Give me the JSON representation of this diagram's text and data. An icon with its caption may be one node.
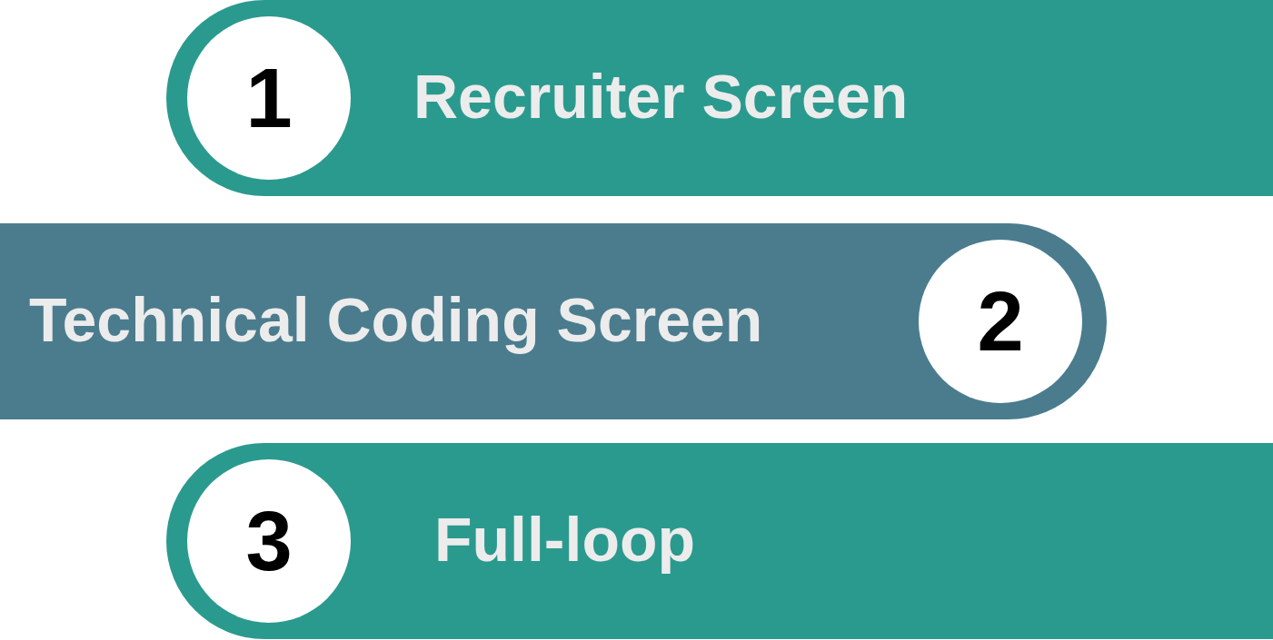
{
  "diagram": {
    "nodes": [
      {
        "text": [
          "Recruiter Screen"
        ]
      },
      {
        "text": [
          "1"
        ],
        "in": 0
      },
      {
        "text": [
          "Technical Coding Screen"
        ]
      },
      {
        "text": [
          "2"
        ],
        "in": 2
      },
      {
        "text": [
          "Full-loop"
        ]
      },
      {
        "text": [
          "3"
        ],
        "in": 4
      }
    ]
  }
}
